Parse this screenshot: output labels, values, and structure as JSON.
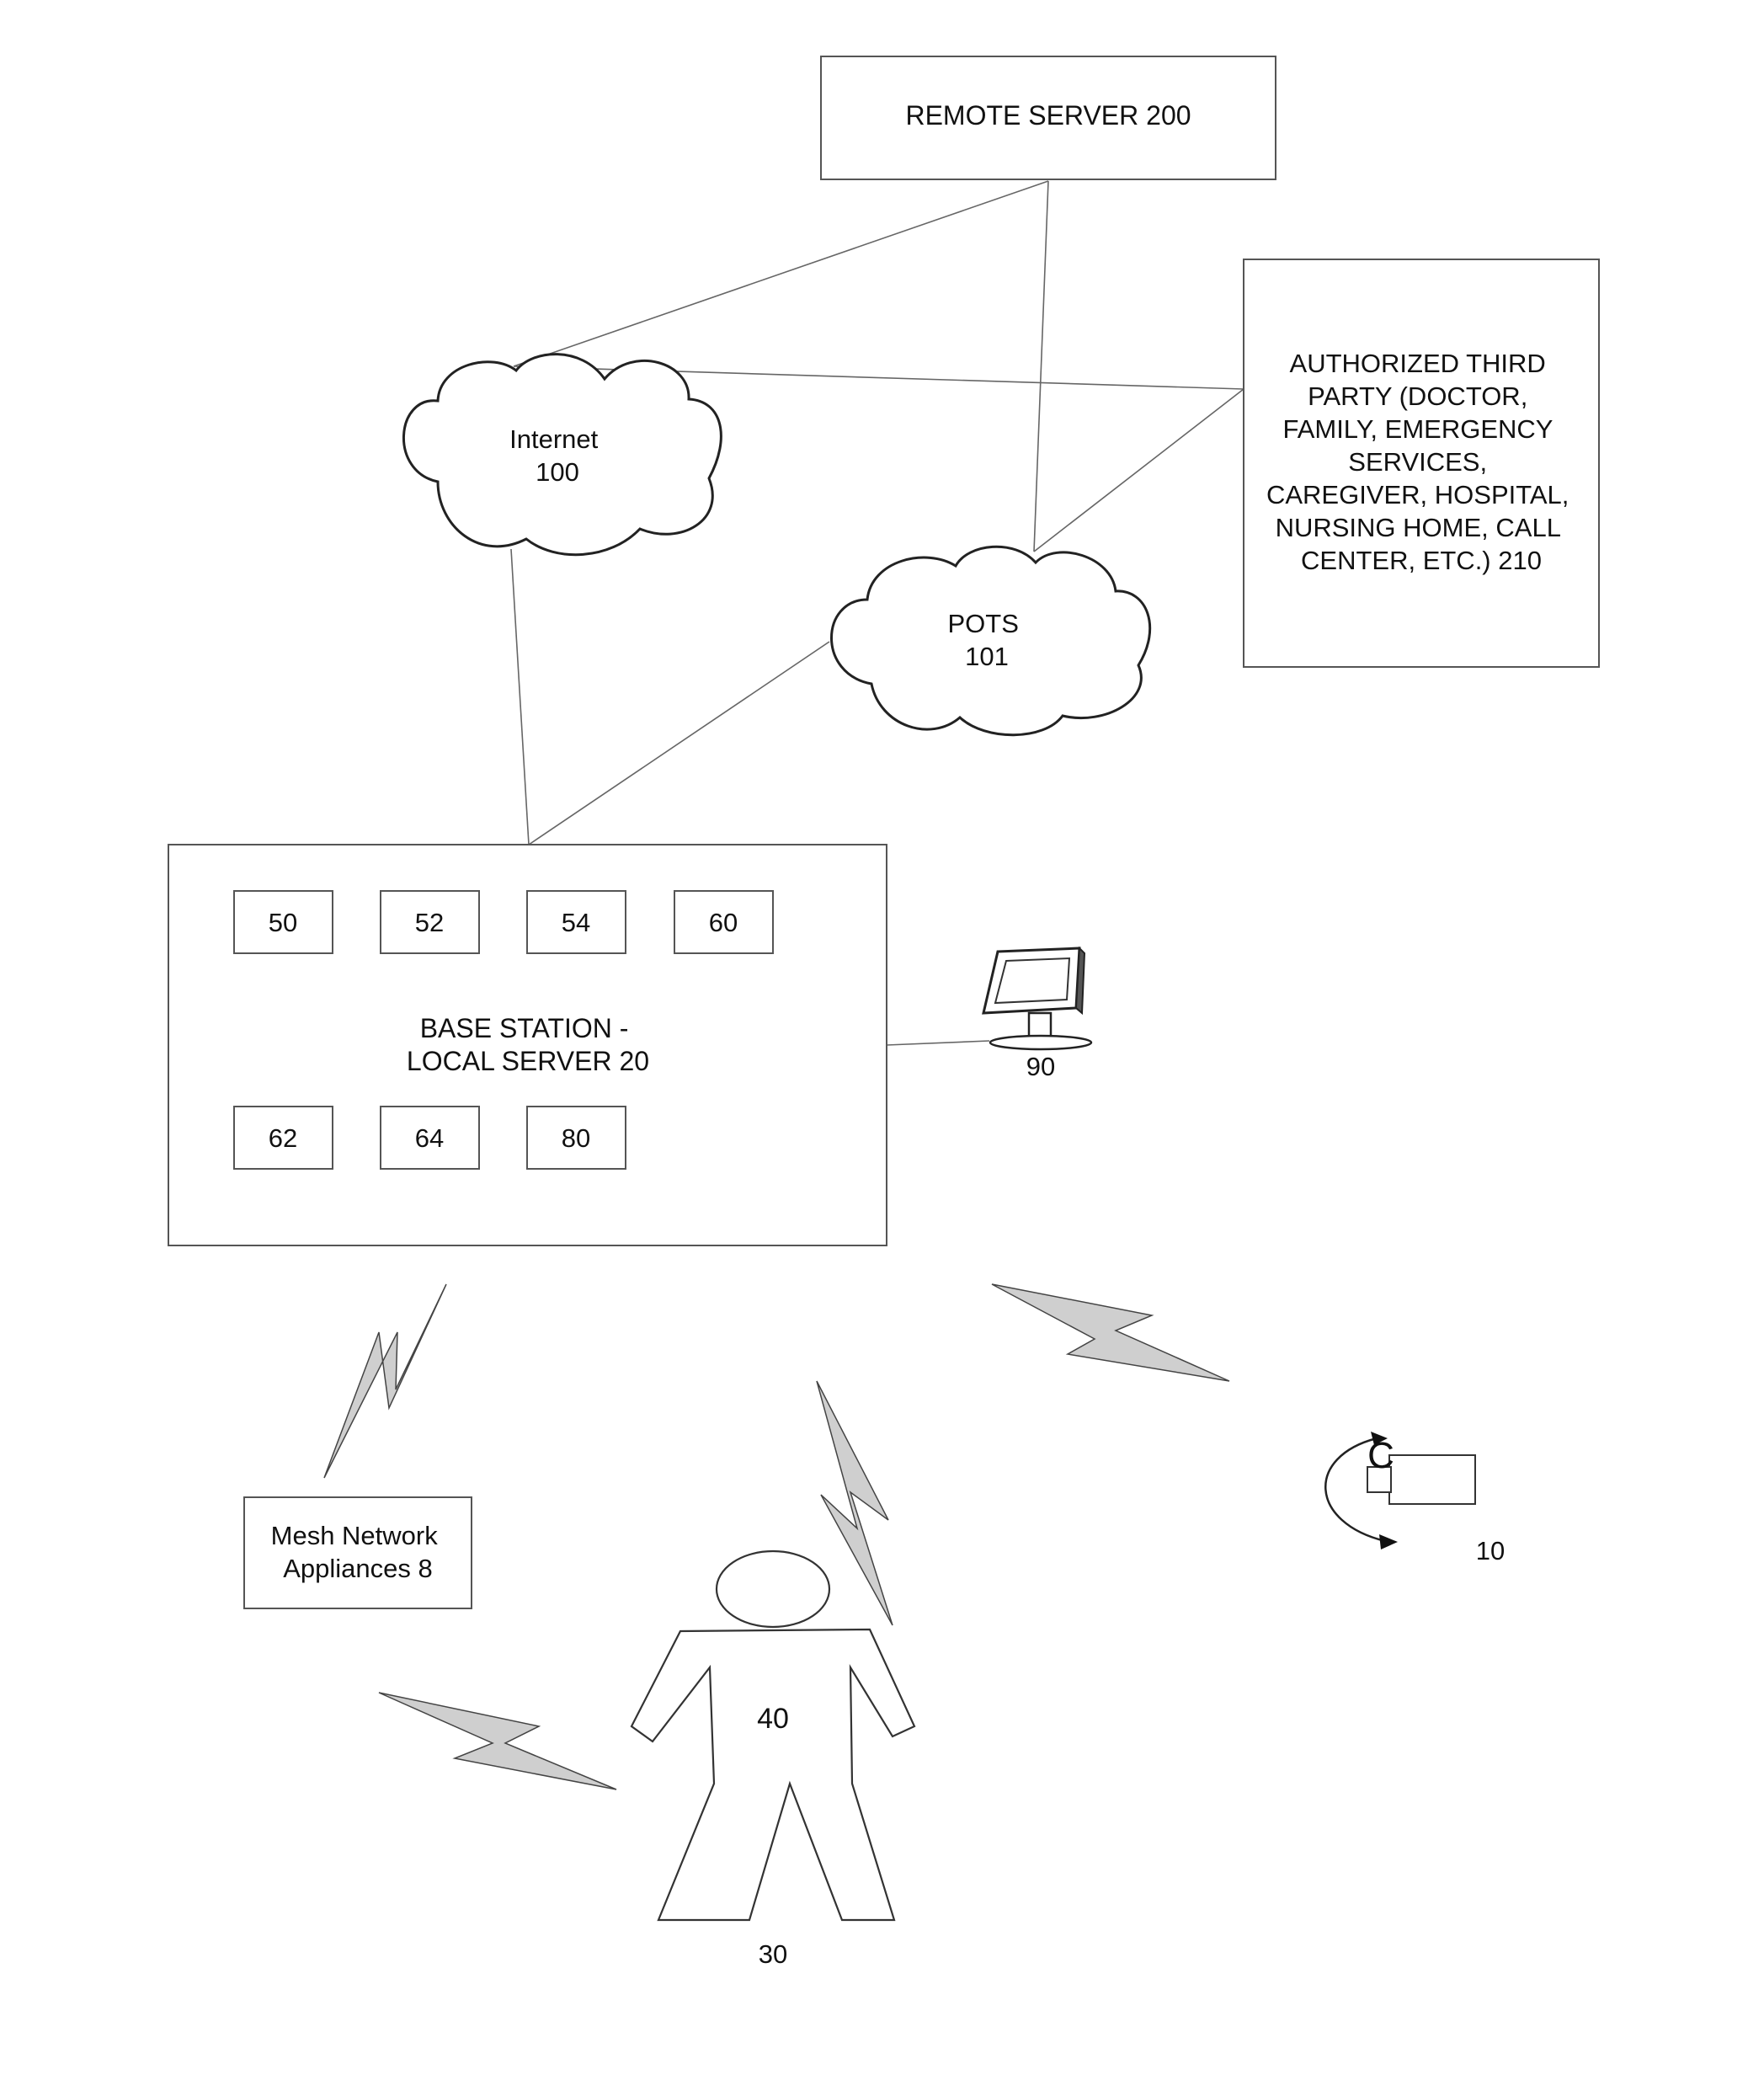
{
  "remote_server": {
    "label": "REMOTE SERVER 200"
  },
  "internet": {
    "line1": "Internet",
    "line2": "100"
  },
  "pots": {
    "line1": "POTS",
    "line2": "101"
  },
  "third_party": {
    "lines": [
      "AUTHORIZED THIRD",
      "PARTY (DOCTOR,",
      "FAMILY, EMERGENCY",
      "SERVICES,",
      "CAREGIVER, HOSPITAL,",
      "NURSING HOME, CALL",
      "CENTER, ETC.) 210"
    ]
  },
  "base_station": {
    "line1": "BASE STATION -",
    "line2": "LOCAL SERVER 20",
    "modules": [
      "50",
      "52",
      "54",
      "60",
      "62",
      "64",
      "80"
    ]
  },
  "display_terminal": {
    "label": "90"
  },
  "mesh_network": {
    "line1": "Mesh Network",
    "line2": "Appliances 8"
  },
  "camera": {
    "label": "10",
    "glyph": "C"
  },
  "person": {
    "body_label": "40",
    "label": "30"
  }
}
